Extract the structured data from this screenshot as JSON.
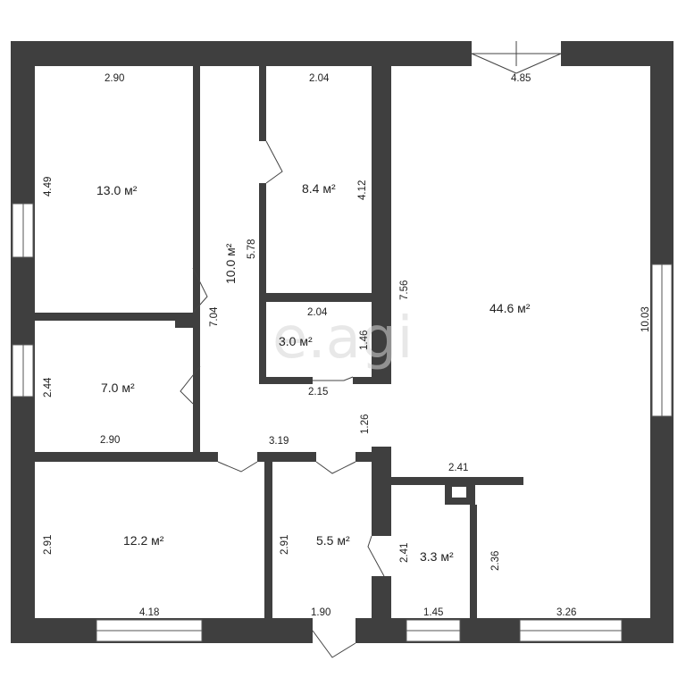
{
  "watermark": "e.agi",
  "rooms": [
    {
      "id": "room-1",
      "area": "13.0 м²"
    },
    {
      "id": "room-2",
      "area": "8.4 м²"
    },
    {
      "id": "room-3",
      "area": "10.0 м²"
    },
    {
      "id": "room-4",
      "area": "3.0 м²"
    },
    {
      "id": "room-5",
      "area": "7.0 м²"
    },
    {
      "id": "room-6",
      "area": "44.6 м²"
    },
    {
      "id": "room-7",
      "area": "12.2 м²"
    },
    {
      "id": "room-8",
      "area": "5.5 м²"
    },
    {
      "id": "room-9",
      "area": "3.3 м²"
    }
  ],
  "dimensions": [
    "2.90",
    "4.49",
    "2.04",
    "4.12",
    "4.85",
    "5.78",
    "7.04",
    "7.56",
    "2.04",
    "1.46",
    "2.15",
    "10.03",
    "2.44",
    "2.90",
    "3.19",
    "1.26",
    "2.41",
    "2.91",
    "2.91",
    "2.41",
    "2.36",
    "4.18",
    "1.90",
    "1.45",
    "3.26"
  ]
}
